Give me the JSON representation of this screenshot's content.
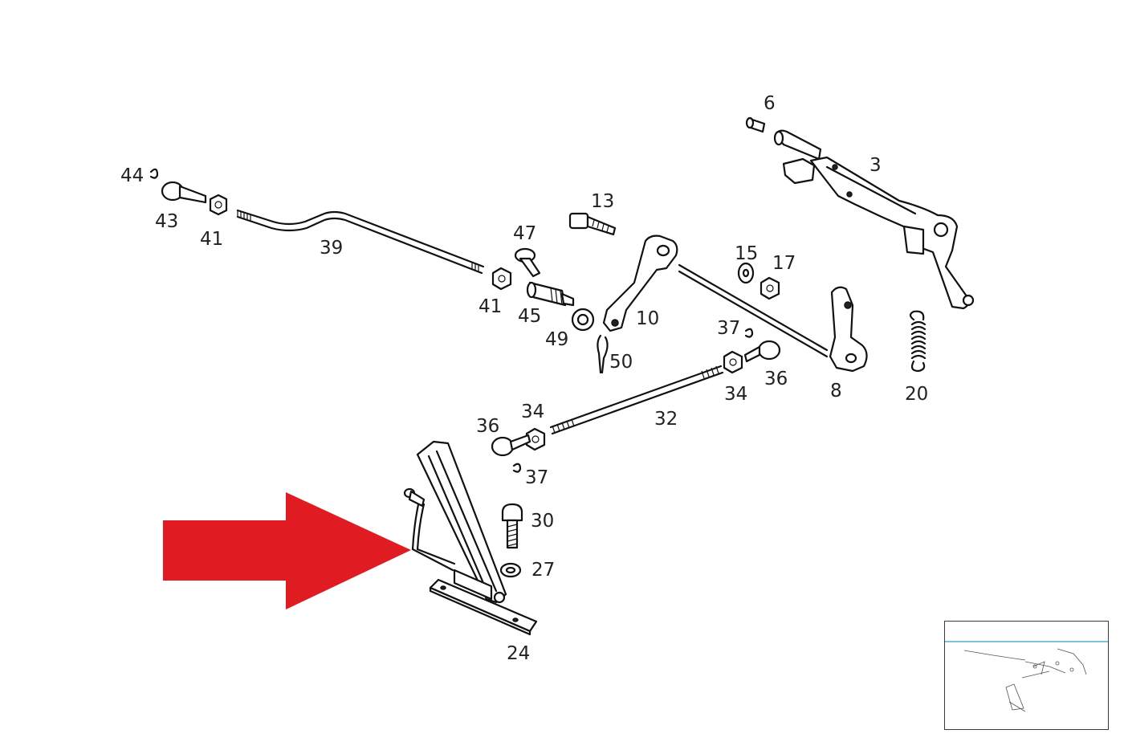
{
  "colors": {
    "arrow": "#e11b22",
    "ink": "#111111",
    "thumbnail_accent": "#7ec4d6"
  },
  "labels": {
    "p44": "44",
    "p43": "43",
    "p41a": "41",
    "p39": "39",
    "p13": "13",
    "p47": "47",
    "p41b": "41",
    "p45": "45",
    "p49": "49",
    "p50": "50",
    "p10": "10",
    "p15": "15",
    "p17": "17",
    "p37a": "37",
    "p36a": "36",
    "p34a": "34",
    "p8": "8",
    "p20": "20",
    "p6": "6",
    "p3": "3",
    "p36b": "36",
    "p34b": "34",
    "p32": "32",
    "p37b": "37",
    "p30": "30",
    "p27": "27",
    "p24": "24"
  }
}
